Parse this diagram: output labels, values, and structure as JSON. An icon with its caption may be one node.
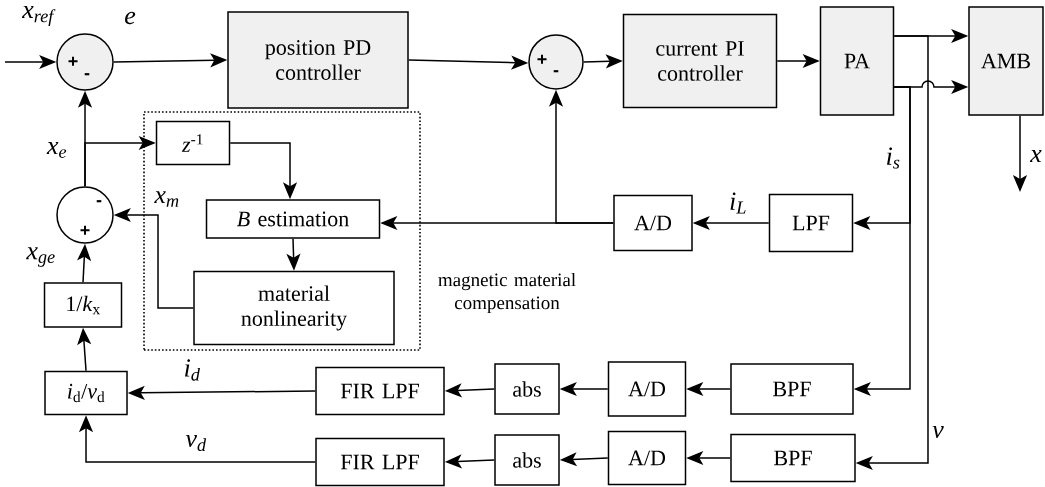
{
  "diagram": {
    "nodes": [
      {
        "text": [
          "+",
          "-"
        ]
      },
      {
        "text": [
          "position PD controller"
        ]
      },
      {
        "text": [
          "+",
          "-"
        ]
      },
      {
        "text": [
          "current PI controller"
        ]
      },
      {
        "text": [
          "PA"
        ]
      },
      {
        "text": [
          "AMB"
        ]
      },
      {
        "text": [
          "magnetic material compensation"
        ]
      },
      {
        "text": [
          "*z*$^{-1}$"
        ],
        "in": 6
      },
      {
        "text": [
          "*B* estimation"
        ],
        "in": 6
      },
      {
        "text": [
          "material nonlinearity"
        ],
        "in": 6
      },
      {
        "text": [
          "-",
          "+"
        ]
      },
      {
        "text": [
          "1/*k*$_{x}$"
        ]
      },
      {
        "text": [
          "*i*$_{d}$/*v*$_{d}$"
        ]
      },
      {
        "text": [
          "A/D"
        ]
      },
      {
        "text": [
          "LPF"
        ]
      },
      {
        "text": [
          "FIR LPF"
        ]
      },
      {
        "text": [
          "abs"
        ]
      },
      {
        "text": [
          "A/D"
        ]
      },
      {
        "text": [
          "BPF"
        ]
      },
      {
        "text": [
          "FIR LPF"
        ]
      },
      {
        "text": [
          "abs"
        ]
      },
      {
        "text": [
          "A/D"
        ]
      },
      {
        "text": [
          "BPF"
        ]
      }
    ],
    "edges": [
      {
        "from": null,
        "to": 0,
        "arrow": "to",
        "label": "x$_{ref}$"
      },
      {
        "from": 0,
        "to": 1,
        "arrow": "to",
        "label": "e"
      },
      {
        "from": 1,
        "to": 2,
        "arrow": "to"
      },
      {
        "from": 2,
        "to": 3,
        "arrow": "to"
      },
      {
        "from": 3,
        "to": 4,
        "arrow": "to"
      },
      {
        "from": 4,
        "to": 5,
        "arrow": "to"
      },
      {
        "from": 4,
        "to": 5,
        "arrow": "to"
      },
      {
        "from": 5,
        "to": null,
        "arrow": "to",
        "label": "x"
      },
      {
        "from": 4,
        "to": 14,
        "arrow": "to",
        "label": "i$_{s}$"
      },
      {
        "from": 4,
        "to": 18,
        "arrow": "to"
      },
      {
        "from": 4,
        "to": 22,
        "arrow": "to",
        "label": "v"
      },
      {
        "from": 14,
        "to": 13,
        "arrow": "to",
        "label": "i$_{L}$"
      },
      {
        "from": 13,
        "to": 8,
        "arrow": "to"
      },
      {
        "from": 13,
        "to": 2,
        "arrow": "to"
      },
      {
        "from": 7,
        "to": 8,
        "arrow": "to"
      },
      {
        "from": 8,
        "to": 9,
        "arrow": "to"
      },
      {
        "from": 9,
        "to": 10,
        "arrow": "to",
        "label": "x$_{m}$"
      },
      {
        "from": 10,
        "to": 0,
        "arrow": "to",
        "label": "x$_{e}$"
      },
      {
        "from": 10,
        "to": 7,
        "arrow": "to"
      },
      {
        "from": 11,
        "to": 10,
        "arrow": "to",
        "label": "x$_{ge}$"
      },
      {
        "from": 12,
        "to": 11,
        "arrow": "to"
      },
      {
        "from": 15,
        "to": 12,
        "arrow": "to",
        "label": "i$_{d}$"
      },
      {
        "from": 19,
        "to": 12,
        "arrow": "to",
        "label": "v$_{d}$"
      },
      {
        "from": 16,
        "to": 15,
        "arrow": "to"
      },
      {
        "from": 17,
        "to": 16,
        "arrow": "to"
      },
      {
        "from": 18,
        "to": 17,
        "arrow": "to"
      },
      {
        "from": 20,
        "to": 19,
        "arrow": "to"
      },
      {
        "from": 21,
        "to": 20,
        "arrow": "to"
      },
      {
        "from": 22,
        "to": 21,
        "arrow": "to"
      }
    ]
  }
}
